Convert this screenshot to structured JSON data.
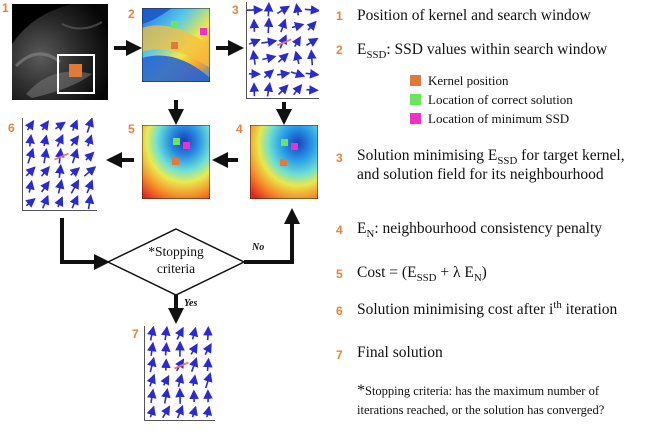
{
  "steps": {
    "s1": "1",
    "s2": "2",
    "s3": "3",
    "s4": "4",
    "s5": "5",
    "s6": "6",
    "s7": "7"
  },
  "decision": {
    "line1": "*Stopping",
    "line2": "criteria",
    "no_label": "No",
    "yes_label": "Yes"
  },
  "legend": {
    "kernel": {
      "label": "Kernel position",
      "color": "#e07a3a"
    },
    "correct": {
      "label": "Location of correct solution",
      "color": "#66e85a"
    },
    "minimum": {
      "label": "Location of minimum SSD",
      "color": "#f030c8"
    }
  },
  "list": {
    "n1": "1",
    "t1": "Position of kernel and search window",
    "n2": "2",
    "t2_base": "E",
    "t2_sub": "SSD",
    "t2_rest": ": SSD values within search window",
    "n3": "3",
    "t3_a": "Solution minimising E",
    "t3_sub": "SSD",
    "t3_b": " for target kernel, and solution field for its neighbourhood",
    "n4": "4",
    "t4_base": "E",
    "t4_sub": "N",
    "t4_rest": ": neighbourhood consistency penalty",
    "n5": "5",
    "t5_a": "Cost = (E",
    "t5_sub1": "SSD",
    "t5_b": " + λ E",
    "t5_sub2": "N",
    "t5_c": ")",
    "n6": "6",
    "t6_a": "Solution minimising cost after i",
    "t6_sup": "th",
    "t6_b": " iteration",
    "n7": "7",
    "t7": "Final solution"
  },
  "note": {
    "star": "*",
    "text": "Stopping criteria: has the maximum number of iterations reached, or the solution has converged?"
  },
  "colors": {
    "step_number": "#e8823a",
    "arrow": "#111111",
    "vector": "#2a2ad0",
    "highlight_vector": "#f07070"
  }
}
